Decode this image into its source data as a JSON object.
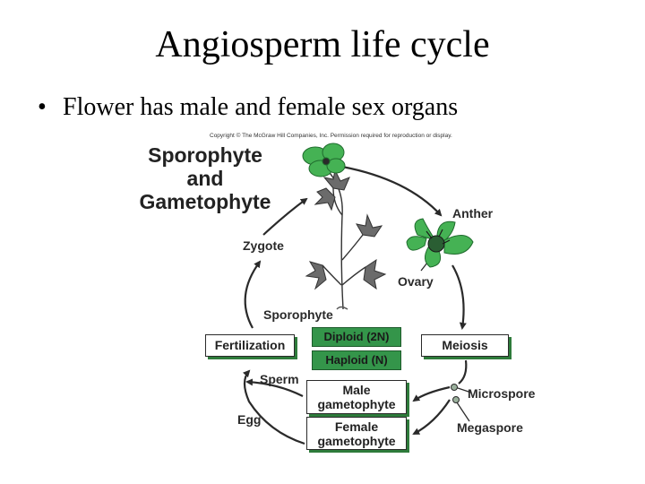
{
  "slide": {
    "title": "Angiosperm life cycle",
    "bullet_symbol": "•",
    "bullet_text": "Flower has male and female sex organs"
  },
  "figure": {
    "copyright": "Copyright © The McGraw Hill Companies, Inc. Permission required for reproduction or display.",
    "title_lines": [
      "Sporophyte",
      "and",
      "Gametophyte"
    ],
    "labels": {
      "anther": "Anther",
      "ovary": "Ovary",
      "zygote": "Zygote",
      "sporophyte": "Sporophyte",
      "sperm": "Sperm",
      "egg": "Egg",
      "microspore": "Microspore",
      "megaspore": "Megaspore"
    },
    "boxes": {
      "fertilization": "Fertilization",
      "diploid": "Diploid (2N)",
      "haploid": "Haploid (N)",
      "meiosis": "Meiosis",
      "male_gametophyte": [
        "Male",
        "gametophyte"
      ],
      "female_gametophyte": [
        "Female",
        "gametophyte"
      ]
    },
    "colors": {
      "green": "#34954a",
      "leaf": "#45b254",
      "shadow": "#2e7b3b",
      "line": "#2a2a2a"
    }
  }
}
